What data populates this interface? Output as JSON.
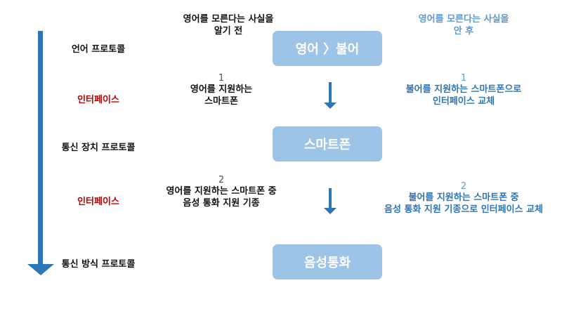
{
  "header": {
    "left_line1": "영어를 모른다는 사실을",
    "left_line2": "알기 전",
    "right_line1": "영어를 모른다는 사실을",
    "right_line2": "안 후"
  },
  "layers": {
    "language_protocol": "언어 프로토콜",
    "interface_1": "인터페이스",
    "device_protocol": "통신 장치 프로토콜",
    "interface_2": "인터페이스",
    "method_protocol": "통신 방식 프로토콜"
  },
  "boxes": {
    "language": "영어 〉불어",
    "device": "스마트폰",
    "voice": "음성통화"
  },
  "before": {
    "step1_number": "1",
    "step1_line1": "영어를 지원하는",
    "step1_line2": "스마트폰",
    "step2_number": "2",
    "step2_line1": "영어를 지원하는 스마트폰 중",
    "step2_line2": "음성 통화 지원 기종"
  },
  "after": {
    "step1_number": "1",
    "step1_line1": "불어를 지원하는 스마트폰으로",
    "step1_line2": "인터페이스 교체",
    "step2_number": "2",
    "step2_line1": "불어를 지원하는 스마트폰 중",
    "step2_line2": "음성 통화 지원 기종으로 인터페이스 교체"
  },
  "colors": {
    "box_fill": "#9dc3e6",
    "arrow": "#2e75b6",
    "interface_label": "#c00000",
    "after_text": "#2e75b6"
  }
}
